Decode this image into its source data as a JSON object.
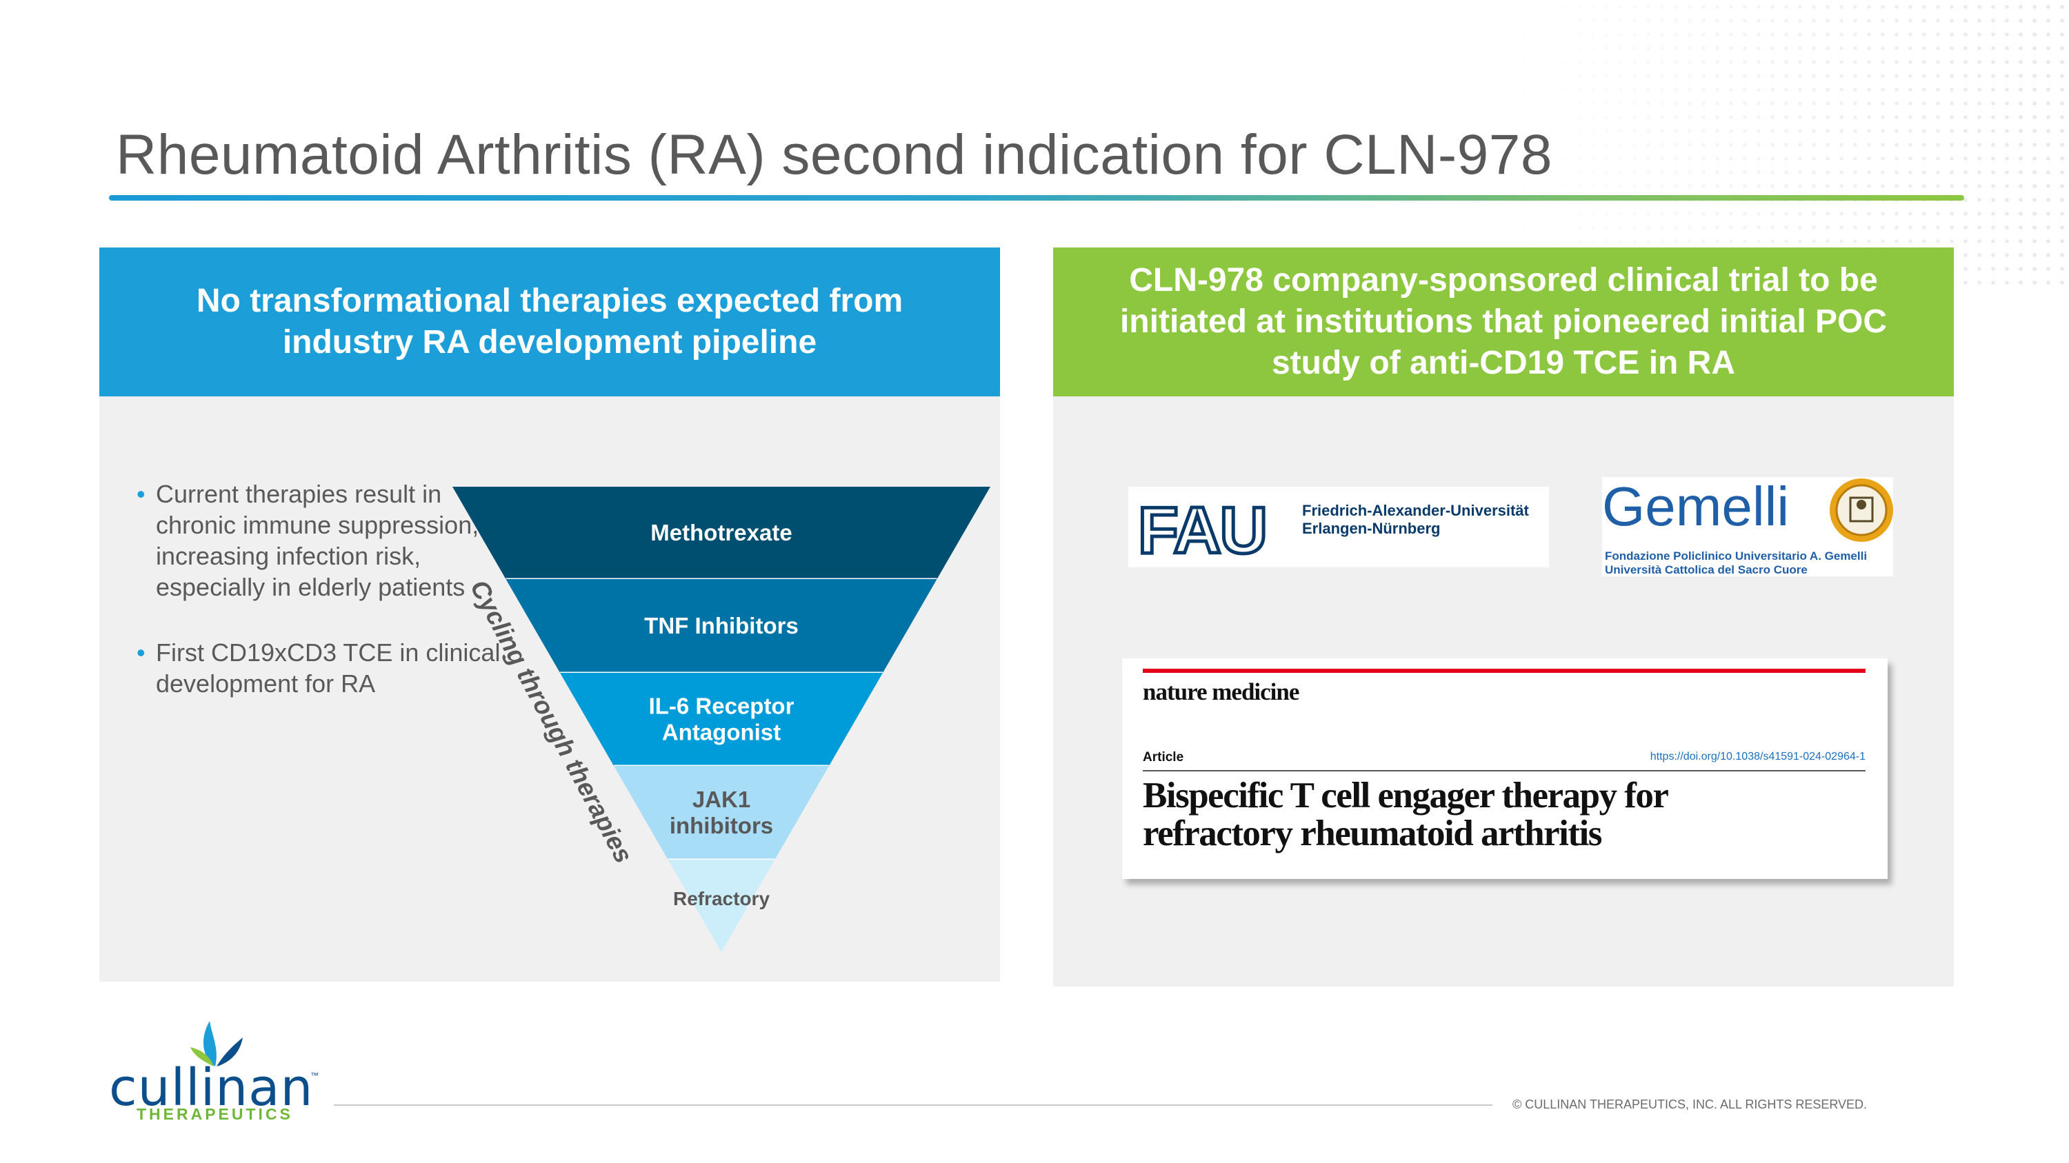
{
  "slide": {
    "title": "Rheumatoid Arthritis (RA) second indication for CLN-978",
    "colors": {
      "blue": "#1c9ed8",
      "green": "#8dc63f",
      "panel_bg": "#f0f0f0",
      "text_gray": "#595959"
    }
  },
  "left_panel": {
    "header": "No transformational therapies expected from industry RA development pipeline",
    "bullets": [
      "Current therapies result in chronic immune suppression, increasing infection risk, especially in elderly patients",
      "First CD19xCD3 TCE in clinical development for RA"
    ],
    "funnel": {
      "side_label": "Cycling through therapies",
      "levels": [
        {
          "lines": [
            "Methotrexate"
          ],
          "color": "#004f70",
          "text_color": "#ffffff"
        },
        {
          "lines": [
            "TNF Inhibitors"
          ],
          "color": "#0073a6",
          "text_color": "#ffffff"
        },
        {
          "lines": [
            "IL-6 Receptor",
            "Antagonist"
          ],
          "color": "#009cd9",
          "text_color": "#ffffff"
        },
        {
          "lines": [
            "JAK1",
            "inhibitors"
          ],
          "color": "#a7ddf6",
          "text_color": "#595959"
        },
        {
          "lines": [
            "Refractory"
          ],
          "color": "#ccedfa",
          "text_color": "#595959"
        }
      ]
    }
  },
  "right_panel": {
    "header": "CLN-978 company-sponsored clinical trial to be initiated at institutions that pioneered initial POC study of anti-CD19 TCE in RA",
    "fau_logo": {
      "mark": "FAU",
      "line1": "Friedrich-Alexander-Universität",
      "line2": "Erlangen-Nürnberg",
      "color": "#0a3a6a"
    },
    "gemelli_logo": {
      "name": "Gemelli",
      "line1": "Fondazione Policlinico Universitario A. Gemelli",
      "line2": "Università Cattolica del Sacro Cuore",
      "color": "#1f5fa8",
      "seal_color": "#e8a317"
    },
    "article": {
      "journal": "nature medicine",
      "label": "Article",
      "doi": "https://doi.org/10.1038/s41591-024-02964-1",
      "title_line1": "Bispecific T cell engager therapy for",
      "title_line2": "refractory rheumatoid arthritis"
    }
  },
  "footer": {
    "brand_name": "cullinan",
    "brand_tm": "™",
    "brand_sub": "THERAPEUTICS",
    "copyright": "© CULLINAN THERAPEUTICS, INC. ALL RIGHTS RESERVED."
  }
}
